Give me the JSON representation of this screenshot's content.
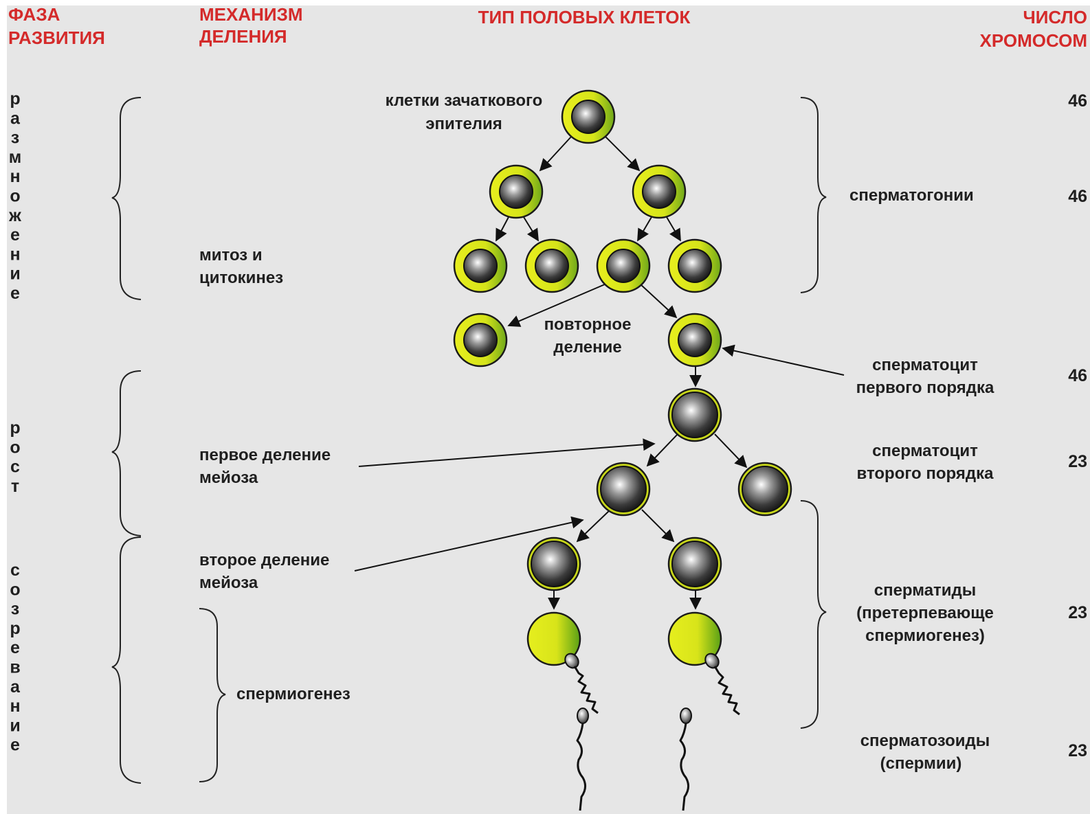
{
  "colors": {
    "background": "#e6e6e6",
    "header_text": "#d42a2a",
    "cell_outer": "#d6e41a",
    "cell_outer_dark": "#7aa819",
    "nucleus": "#3a3a3a",
    "text": "#1f1f1f"
  },
  "headers": {
    "phase_line1": "ФАЗА",
    "phase_line2": "РАЗВИТИЯ",
    "mechanism_line1": "МЕХАНИЗМ",
    "mechanism_line2": "ДЕЛЕНИЯ",
    "cell_type": "ТИП ПОЛОВЫХ КЛЕТОК",
    "chromosomes_line1": "ЧИСЛО",
    "chromosomes_line2": "ХРОМОСОМ"
  },
  "phases": {
    "reproduction": "размножение",
    "growth": "рост",
    "maturation": "созревание"
  },
  "mechanisms": {
    "mitosis_line1": "митоз и",
    "mitosis_line2": "цитокинез",
    "repeat_line1": "повторное",
    "repeat_line2": "деление",
    "meiosis1_line1": "первое деление",
    "meiosis1_line2": "мейоза",
    "meiosis2_line1": "второе деление",
    "meiosis2_line2": "мейоза",
    "spermiogenesis": "спермиогенез"
  },
  "cell_types": {
    "germinal_line1": "клетки зачаткового",
    "germinal_line2": "эпителия",
    "spermatogonia": "сперматогонии",
    "primary_line1": "сперматоцит",
    "primary_line2": "первого порядка",
    "secondary_line1": "сперматоцит",
    "secondary_line2": "второго порядка",
    "spermatids_line1": "сперматиды",
    "spermatids_line2": "(претерпевающе",
    "spermatids_line3": "спермиогенез)",
    "spermatozoa_line1": "сперматозоиды",
    "spermatozoa_line2": "(спермии)"
  },
  "chromosome_counts": {
    "germinal": "46",
    "spermatogonia": "46",
    "primary": "46",
    "secondary": "23",
    "spermatids": "23",
    "spermatozoa": "23"
  }
}
